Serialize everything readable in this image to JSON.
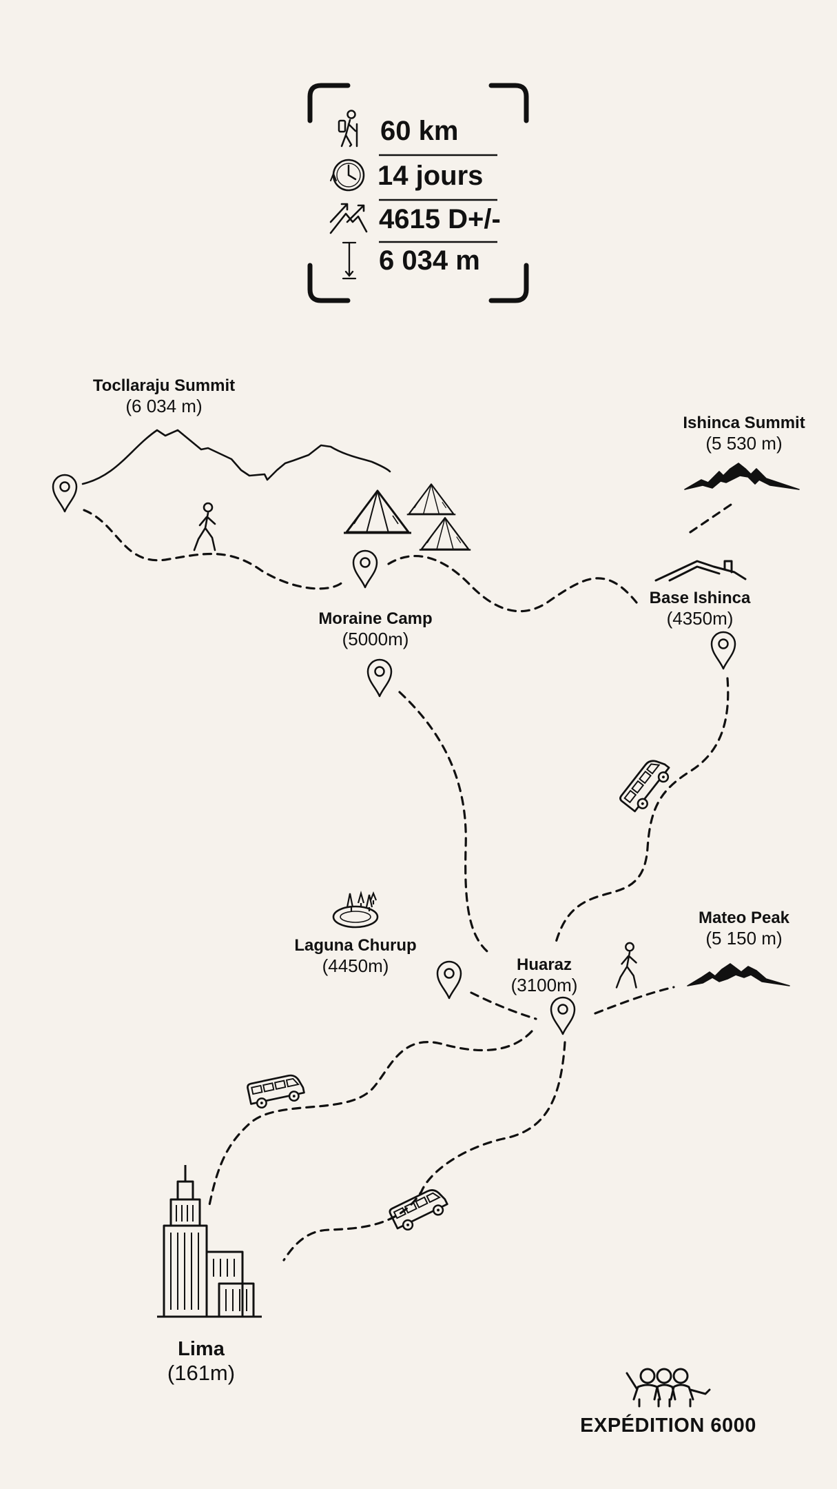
{
  "stats": {
    "distance": "60 km",
    "duration": "14 jours",
    "elevation_gain": "4615 D+/-",
    "max_altitude": "6 034 m"
  },
  "places": {
    "tocllaraju": {
      "name": "Tocllaraju Summit",
      "alt": "(6 034 m)"
    },
    "ishinca_summit": {
      "name": "Ishinca Summit",
      "alt": "(5 530 m)"
    },
    "moraine": {
      "name": "Moraine Camp",
      "alt": "(5000m)"
    },
    "base_ishinca": {
      "name": "Base Ishinca",
      "alt": "(4350m)"
    },
    "mateo": {
      "name": "Mateo Peak",
      "alt": "(5 150 m)"
    },
    "laguna": {
      "name": "Laguna Churup",
      "alt": "(4450m)"
    },
    "huaraz": {
      "name": "Huaraz",
      "alt": "(3100m)"
    },
    "lima": {
      "name": "Lima",
      "alt": "(161m)"
    }
  },
  "brand": {
    "name": "EXPÉDITION 6000"
  },
  "icons": [
    "hiker-icon",
    "clock-icon",
    "elevation-icon",
    "altitude-icon",
    "map-pin-icon",
    "walking-person-icon",
    "tent-icon",
    "mountain-icon",
    "house-icon",
    "van-icon",
    "lake-icon",
    "city-buildings-icon",
    "group-icon"
  ],
  "colors": {
    "background": "#f6f2ec",
    "ink": "#111111"
  }
}
